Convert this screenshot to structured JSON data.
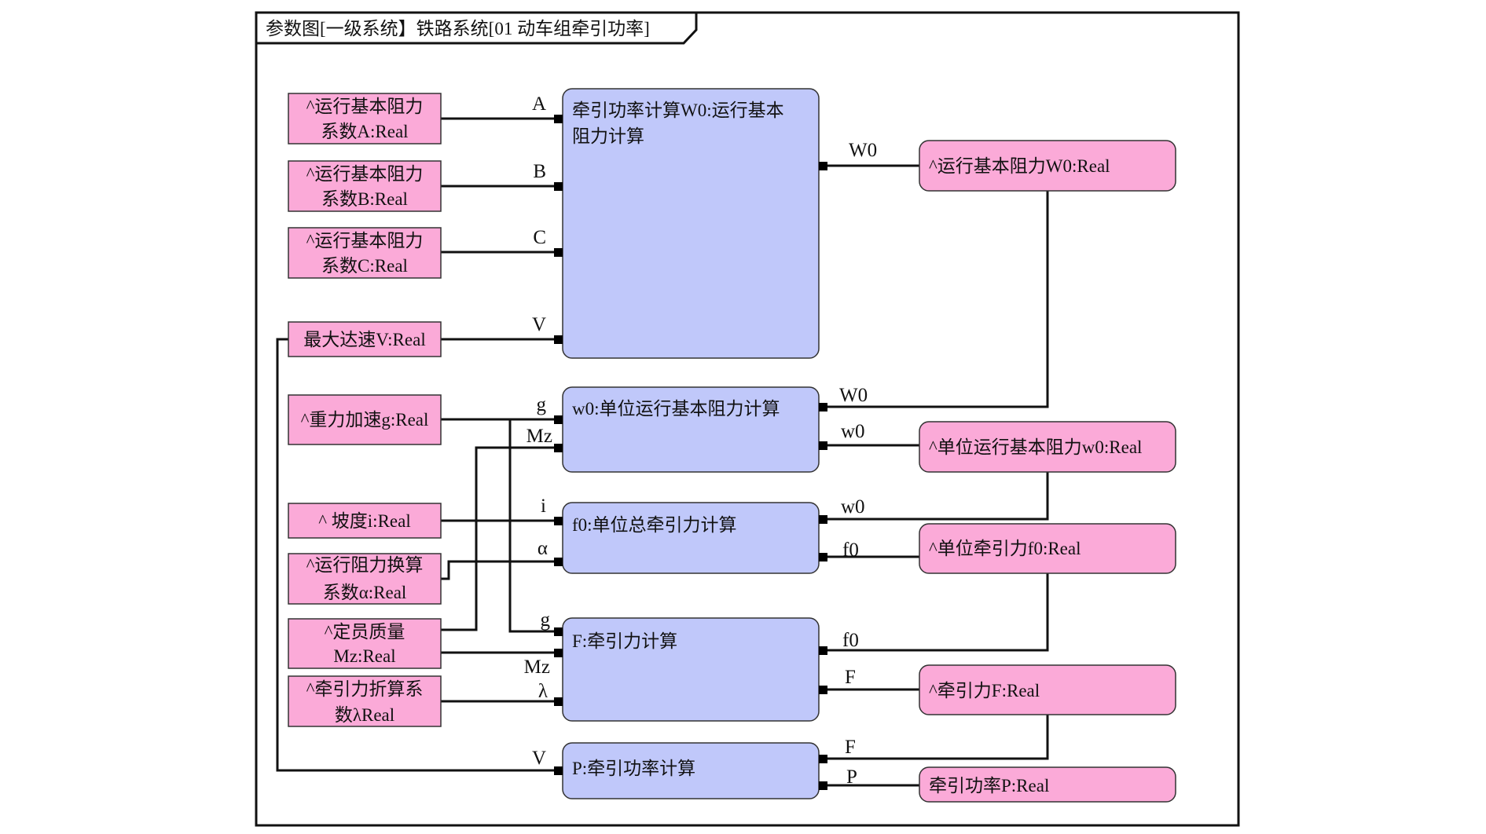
{
  "diagram": {
    "title": "参数图[一级系统】铁路系统[01 动车组牵引功率]",
    "colors": {
      "parameter": "#fbaad8",
      "constraint": "#c0c8fa",
      "line": "#111111"
    },
    "parameters_in": [
      {
        "id": "pA",
        "lines": [
          "^运行基本阻力",
          "系数A:Real"
        ]
      },
      {
        "id": "pB",
        "lines": [
          "^运行基本阻力",
          "系数B:Real"
        ]
      },
      {
        "id": "pC",
        "lines": [
          "^运行基本阻力",
          "系数C:Real"
        ]
      },
      {
        "id": "pV",
        "lines": [
          "最大达速V:Real"
        ]
      },
      {
        "id": "pg",
        "lines": [
          "^重力加速g:Real"
        ]
      },
      {
        "id": "pi",
        "lines": [
          "^ 坡度i:Real"
        ]
      },
      {
        "id": "palpha",
        "lines": [
          "^运行阻力换算",
          "系数α:Real"
        ]
      },
      {
        "id": "pMz",
        "lines": [
          "^定员质量",
          "Mz:Real"
        ]
      },
      {
        "id": "plambda",
        "lines": [
          "^牵引力折算系",
          "数λReal"
        ]
      }
    ],
    "constraints": [
      {
        "id": "cW0",
        "lines": [
          "牵引功率计算W0:运行基本",
          "阻力计算"
        ],
        "inputs": [
          "A",
          "B",
          "C",
          "V"
        ],
        "outputs": [
          "W0"
        ]
      },
      {
        "id": "cw0",
        "lines": [
          "w0:单位运行基本阻力计算"
        ],
        "inputs": [
          "g",
          "Mz"
        ],
        "outputs": [
          "W0",
          "w0"
        ]
      },
      {
        "id": "cf0",
        "lines": [
          "f0:单位总牵引力计算"
        ],
        "inputs": [
          "i",
          "α"
        ],
        "outputs": [
          "w0",
          "f0"
        ]
      },
      {
        "id": "cF",
        "lines": [
          "F:牵引力计算"
        ],
        "inputs": [
          "g",
          "Mz",
          "λ"
        ],
        "outputs": [
          "f0",
          "F"
        ]
      },
      {
        "id": "cP",
        "lines": [
          "P:牵引功率计算"
        ],
        "inputs": [
          "V"
        ],
        "outputs": [
          "F",
          "P"
        ]
      }
    ],
    "parameters_out": [
      {
        "id": "oW0",
        "lines": [
          "^运行基本阻力W0:Real"
        ]
      },
      {
        "id": "ow0",
        "lines": [
          "^单位运行基本阻力w0:Real"
        ]
      },
      {
        "id": "of0",
        "lines": [
          "^单位牵引力f0:Real"
        ]
      },
      {
        "id": "oF",
        "lines": [
          "^牵引力F:Real"
        ]
      },
      {
        "id": "oP",
        "lines": [
          "牵引功率P:Real"
        ]
      }
    ]
  }
}
